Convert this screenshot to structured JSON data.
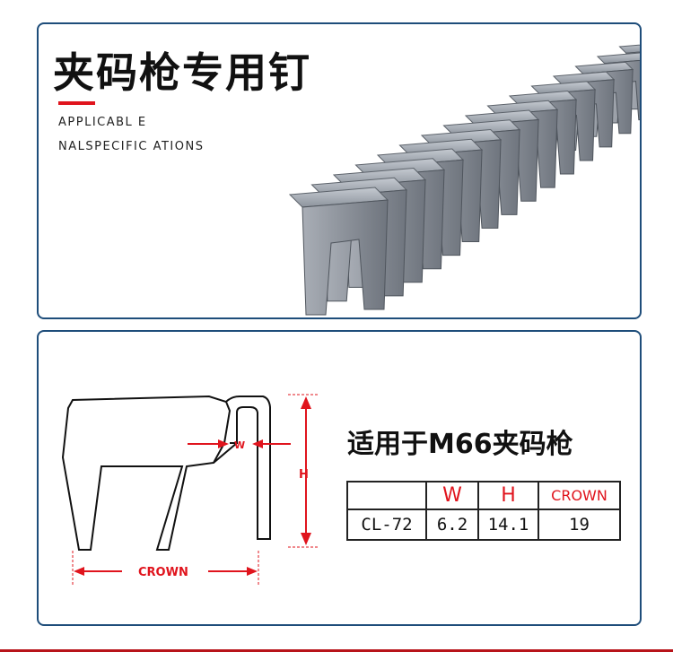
{
  "header": {
    "title": "夹码枪专用钉",
    "subtitle_line1": "APPLICABL E",
    "subtitle_line2": "NALSPECIFIC ATIONS"
  },
  "diagram": {
    "width_label": "W",
    "height_label": "H",
    "crown_label": "CROWN"
  },
  "spec": {
    "title": "适用于M66夹码枪",
    "headers": [
      "",
      "W",
      "H",
      "CROWN"
    ],
    "rows": [
      {
        "model": "CL-72",
        "w": "6.2",
        "h": "14.1",
        "crown": "19"
      }
    ]
  },
  "colors": {
    "accent": "#e0141d",
    "panel_border": "#1e4d7a",
    "nail_metal": "#9aa1aa"
  }
}
